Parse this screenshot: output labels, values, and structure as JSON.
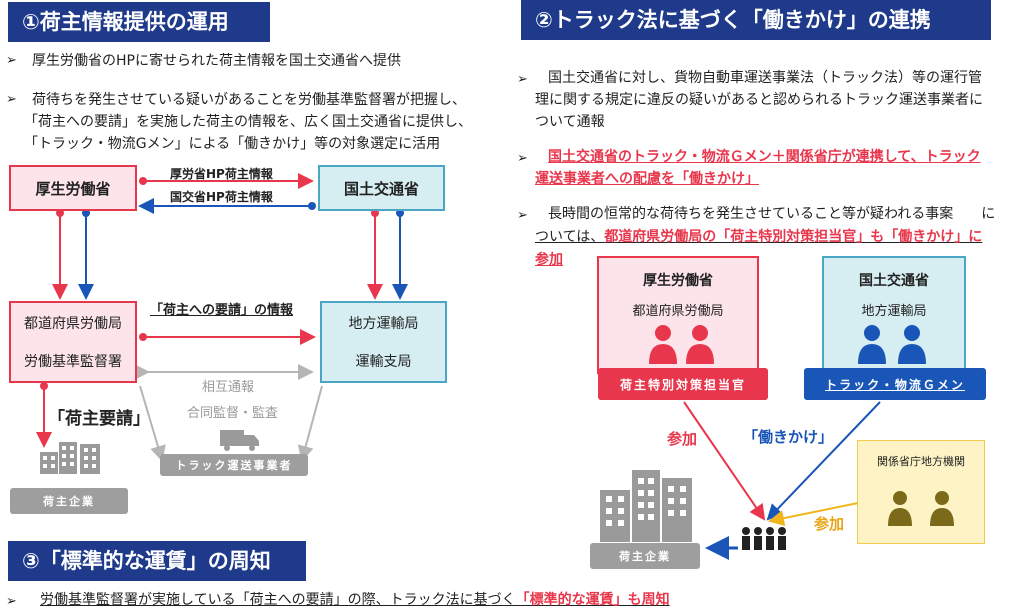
{
  "section1": {
    "title": "①荷主情報提供の運用",
    "bullets": [
      "厚生労働省のHPに寄せられた荷主情報を国土交通省へ提供",
      "荷待ちを発生させている疑いがあることを労働基準監督署が把握し、",
      "「荷主への要請」を実施した荷主の情報を、広く国土交通省に提供し、",
      "「トラック・物流Gメン」による「働きかけ」等の対象選定に活用"
    ],
    "diagram": {
      "box_mhlw": "厚生労働省",
      "box_mlit": "国土交通省",
      "arrow_top": "厚労省HP荷主情報",
      "arrow_bottom": "国交省HP荷主情報",
      "box_pref_line1": "都道府県労働局",
      "box_pref_line2": "労働基準監督署",
      "box_transport_line1": "地方運輸局",
      "box_transport_line2": "運輸支局",
      "arrow_mid": "「荷主への要請」の情報",
      "mutual": "相互通報",
      "joint": "合同監督・監査",
      "request": "「荷主要請」",
      "shipper_tag": "荷主企業",
      "trucker_tag": "トラック運送事業者"
    }
  },
  "section2": {
    "title": "②トラック法に基づく「働きかけ」の連携",
    "bullet1": "国土交通省に対し、貨物自動車運送事業法（トラック法）等の運行管理に関する規定に違反の疑いがあると認められるトラック運送事業者について通報",
    "bullet1_lines": [
      "国土交通省に対し、貨物自動車運送事業法（トラック法）等の運行管",
      "理に関する規定に違反の疑いがあると認められるトラック運送事業者に",
      "ついて通報"
    ],
    "bullet2_lines": [
      "国土交通省のトラック・物流Ｇメン＋関係省庁が連携して、トラック",
      "運送事業者への配慮を「働きかけ」"
    ],
    "bullet3_line1": "長時間の恒常的な荷待ちを発生させていること等が疑われる事案　　に",
    "bullet3_line2_plain": "ついては、",
    "bullet3_line2_red": "都道府県労働局の「荷主特別対策担当官」も「働きかけ」に",
    "bullet3_line3_red": "参加",
    "diagram": {
      "mhlw_title": "厚生労働省",
      "mhlw_sub": "都道府県労働局",
      "mlit_title": "国土交通省",
      "mlit_sub": "地方運輸局",
      "mhlw_tag": "荷主特別対策担当官",
      "mlit_tag": "トラック・物流Ｇメン",
      "participate_left": "参加",
      "hatarakikake": "「働きかけ」",
      "related_box": "関係省庁地方機関",
      "participate_right": "参加",
      "shipper_tag": "荷主企業"
    }
  },
  "section3": {
    "title": "③「標準的な運賃」の周知",
    "bullet_plain": "労働基準監督署が実施している「荷主への要請」の際、トラック法に基づく",
    "bullet_red": "「標準的な運賃」も周知"
  },
  "colors": {
    "navy": "#1f3a8a",
    "red": "#e8374d",
    "pink_bg": "#fde4ea",
    "cyan_bg": "#d6eef2",
    "blue": "#1a56b8",
    "gold": "#f2b51d"
  }
}
